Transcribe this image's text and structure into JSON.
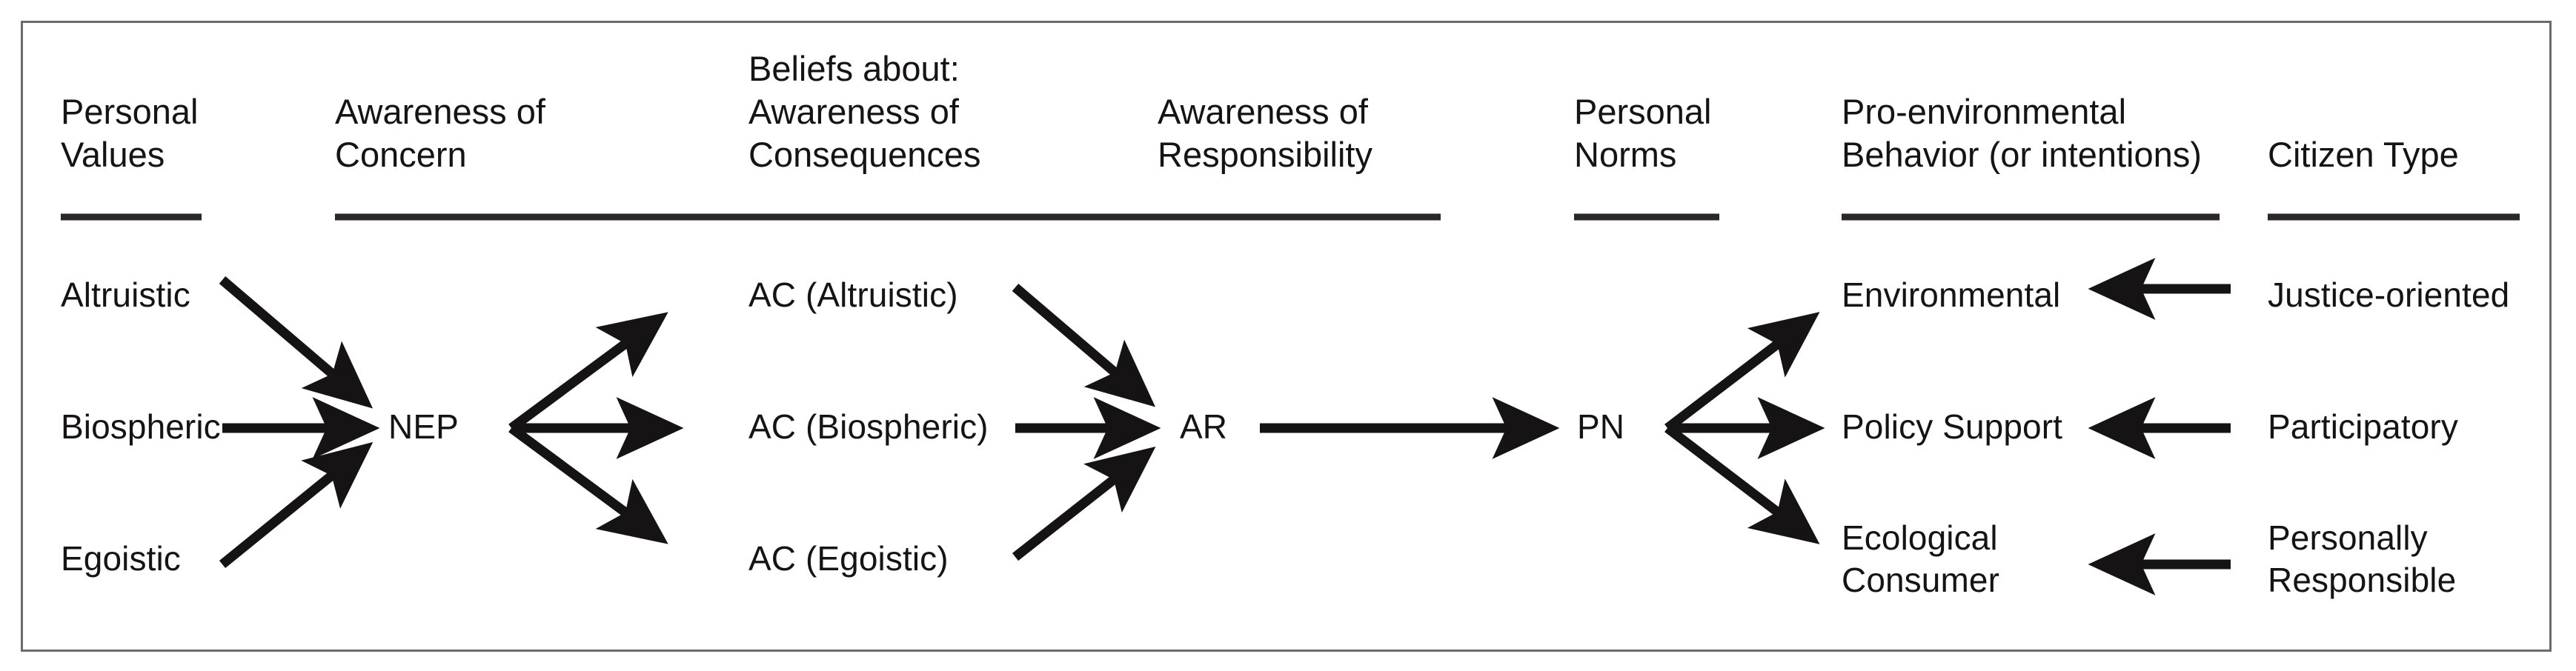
{
  "figure": {
    "type": "flow-diagram",
    "title_visible": false,
    "frame_color": "#6e6a6b",
    "text_color": "#161314",
    "background": "#ffffff"
  },
  "columns": [
    {
      "id": "personal-values",
      "header": "Personal\nValues",
      "header_line1": "Personal",
      "header_line2": "Values"
    },
    {
      "id": "awareness-of-concern",
      "header": "Awareness of\nConcern",
      "header_line1": "Awareness of",
      "header_line2": "Concern"
    },
    {
      "id": "beliefs-about-ac",
      "header": "Beliefs about:\nAwareness of\nConsequences",
      "header_line0": "Beliefs about:",
      "header_line1": "Awareness of",
      "header_line2": "Consequences"
    },
    {
      "id": "awareness-of-responsibility",
      "header": "Awareness of\nResponsibility",
      "header_line1": "Awareness of",
      "header_line2": "Responsibility"
    },
    {
      "id": "personal-norms",
      "header": "Personal\nNorms",
      "header_line1": "Personal",
      "header_line2": "Norms"
    },
    {
      "id": "pro-environmental-behavior",
      "header": "Pro-environmental\nBehavior (or intentions)",
      "header_line1": "Pro-environmental",
      "header_line2": "Behavior (or intentions)"
    },
    {
      "id": "citizen-type",
      "header": "Citizen Type",
      "header_line1": "",
      "header_line2": "Citizen Type"
    }
  ],
  "nodes": {
    "personal_values": [
      {
        "id": "altruistic",
        "label": "Altruistic",
        "row": 1
      },
      {
        "id": "biospheric",
        "label": "Biospheric",
        "row": 2
      },
      {
        "id": "egoistic",
        "label": "Egoistic",
        "row": 3
      }
    ],
    "awareness_of_concern": [
      {
        "id": "nep",
        "label": "NEP",
        "row": 2
      }
    ],
    "awareness_of_consequences": [
      {
        "id": "ac-altruistic",
        "label": "AC (Altruistic)",
        "row": 1
      },
      {
        "id": "ac-biospheric",
        "label": "AC (Biospheric)",
        "row": 2
      },
      {
        "id": "ac-egoistic",
        "label": "AC (Egoistic)",
        "row": 3
      }
    ],
    "awareness_of_responsibility": [
      {
        "id": "ar",
        "label": "AR",
        "row": 2
      }
    ],
    "personal_norms": [
      {
        "id": "pn",
        "label": "PN",
        "row": 2
      }
    ],
    "pro_environmental_behavior": [
      {
        "id": "environmental",
        "label": "Environmental",
        "row": 1
      },
      {
        "id": "policy-support",
        "label": "Policy Support",
        "row": 2
      },
      {
        "id": "ecological-consumer",
        "label": "Ecological\nConsumer",
        "label_line1": "Ecological",
        "label_line2": "Consumer",
        "row": 3
      }
    ],
    "citizen_type": [
      {
        "id": "justice-oriented",
        "label": "Justice-oriented",
        "row": 1
      },
      {
        "id": "participatory",
        "label": "Participatory",
        "row": 2
      },
      {
        "id": "personally-responsible",
        "label": "Personally\nResponsible",
        "label_line1": "Personally",
        "label_line2": "Responsible",
        "row": 3
      }
    ]
  },
  "edges": [
    {
      "from": "altruistic",
      "to": "nep",
      "direction": "right-down"
    },
    {
      "from": "biospheric",
      "to": "nep",
      "direction": "right"
    },
    {
      "from": "egoistic",
      "to": "nep",
      "direction": "right-up"
    },
    {
      "from": "nep",
      "to": "ac-altruistic",
      "direction": "right-up"
    },
    {
      "from": "nep",
      "to": "ac-biospheric",
      "direction": "right"
    },
    {
      "from": "nep",
      "to": "ac-egoistic",
      "direction": "right-down"
    },
    {
      "from": "ac-altruistic",
      "to": "ar",
      "direction": "right-down"
    },
    {
      "from": "ac-biospheric",
      "to": "ar",
      "direction": "right"
    },
    {
      "from": "ac-egoistic",
      "to": "ar",
      "direction": "right-up"
    },
    {
      "from": "ar",
      "to": "pn",
      "direction": "right"
    },
    {
      "from": "pn",
      "to": "environmental",
      "direction": "right-up"
    },
    {
      "from": "pn",
      "to": "policy-support",
      "direction": "right"
    },
    {
      "from": "pn",
      "to": "ecological-consumer",
      "direction": "right-down"
    },
    {
      "from": "justice-oriented",
      "to": "environmental",
      "direction": "left"
    },
    {
      "from": "participatory",
      "to": "policy-support",
      "direction": "left"
    },
    {
      "from": "personally-responsible",
      "to": "ecological-consumer",
      "direction": "left"
    }
  ]
}
